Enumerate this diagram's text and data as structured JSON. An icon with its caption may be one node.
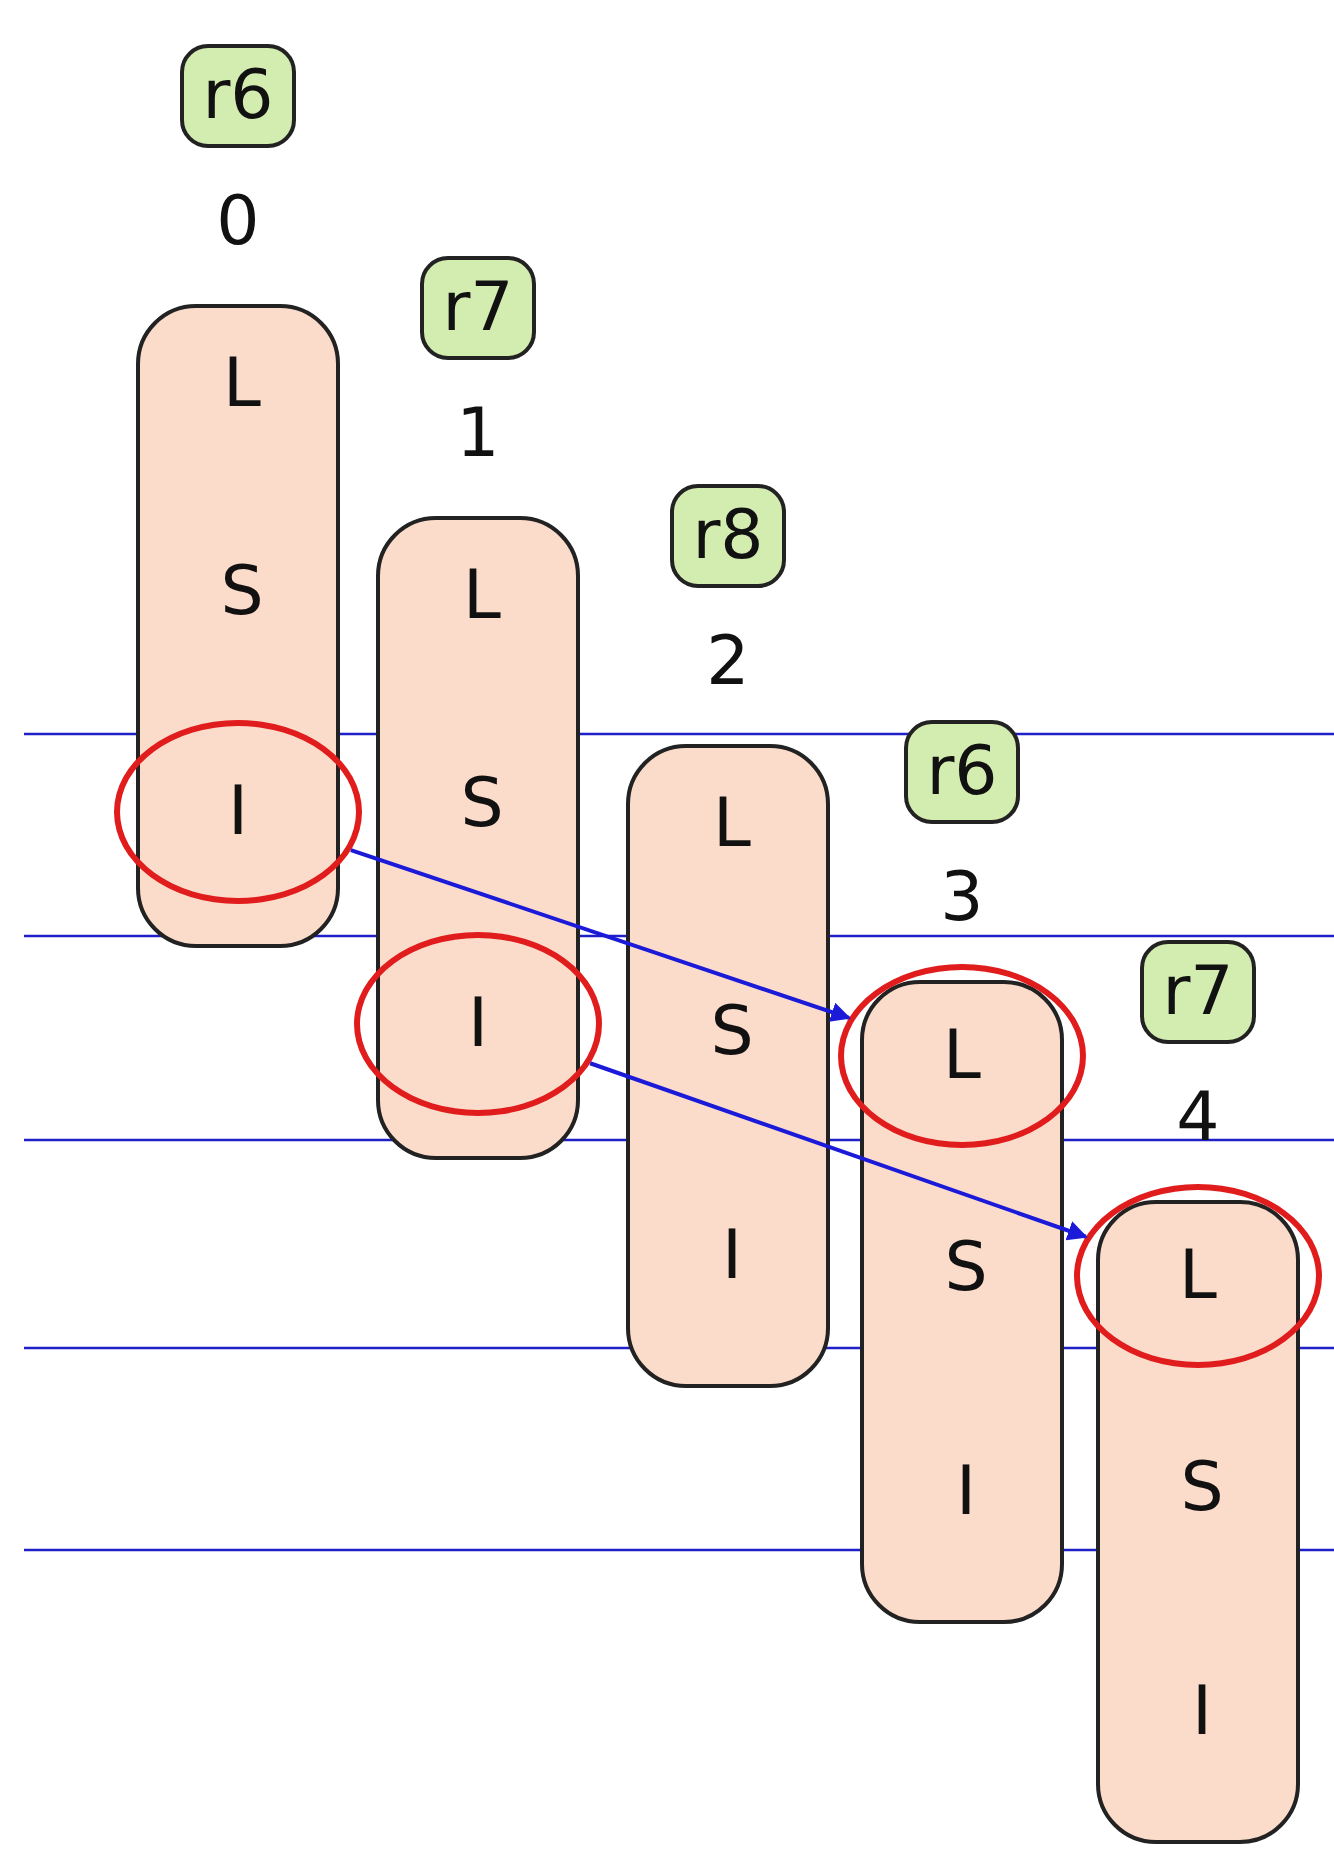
{
  "diagram": {
    "nodes": [
      {
        "text": [
          "r6"
        ]
      },
      {
        "text": [
          "0"
        ]
      },
      {
        "text": [
          "L"
        ],
        "in": 1
      },
      {
        "text": [
          "S"
        ],
        "in": 1
      },
      {
        "text": [
          "I"
        ]
      },
      {
        "text": [
          "r7"
        ]
      },
      {
        "text": [
          "1"
        ]
      },
      {
        "text": [
          "L"
        ],
        "in": 6
      },
      {
        "text": [
          "S"
        ],
        "in": 6
      },
      {
        "text": [
          "I"
        ]
      },
      {
        "text": [
          "r8"
        ]
      },
      {
        "text": [
          "2"
        ]
      },
      {
        "text": [
          "L"
        ],
        "in": 11
      },
      {
        "text": [
          "S"
        ],
        "in": 11
      },
      {
        "text": [
          "I"
        ],
        "in": 11
      },
      {
        "text": [
          "r6"
        ]
      },
      {
        "text": [
          "3"
        ]
      },
      {
        "text": [
          "L"
        ]
      },
      {
        "text": [
          "S"
        ],
        "in": 16
      },
      {
        "text": [
          "I"
        ],
        "in": 16
      },
      {
        "text": [
          "r7"
        ]
      },
      {
        "text": [
          "4"
        ]
      },
      {
        "text": [
          "L"
        ]
      },
      {
        "text": [
          "S"
        ],
        "in": 21
      },
      {
        "text": [
          "I"
        ],
        "in": 21
      }
    ],
    "edges": [
      {
        "from": 4,
        "to": 17,
        "arrow": "to"
      },
      {
        "from": 9,
        "to": 22,
        "arrow": "to"
      }
    ]
  }
}
